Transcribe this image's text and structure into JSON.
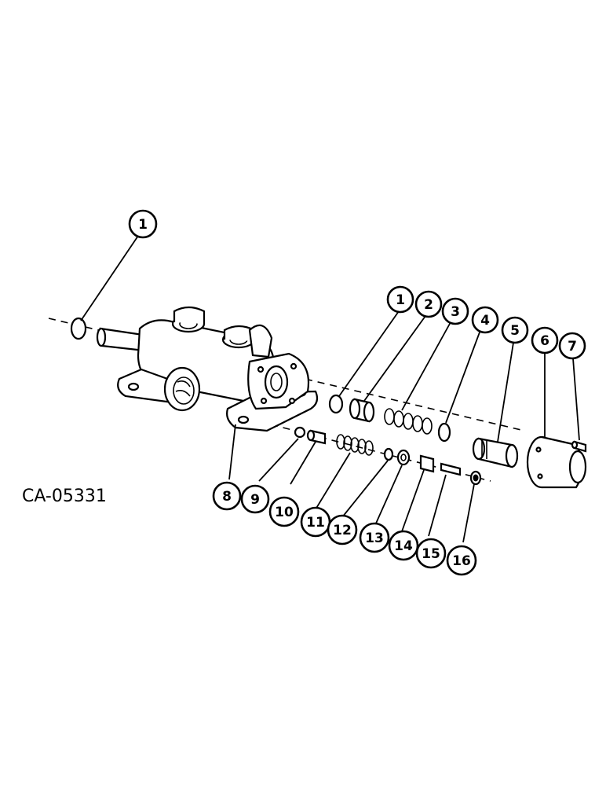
{
  "drawing_id": "CA-05331",
  "callouts": [
    {
      "id": "1",
      "part": "o-ring"
    },
    {
      "id": "1",
      "part": "o-ring"
    },
    {
      "id": "2",
      "part": "sleeve"
    },
    {
      "id": "3",
      "part": "spring"
    },
    {
      "id": "4",
      "part": "o-ring"
    },
    {
      "id": "5",
      "part": "spool"
    },
    {
      "id": "6",
      "part": "cap"
    },
    {
      "id": "7",
      "part": "screw"
    },
    {
      "id": "8",
      "part": "valve-body"
    },
    {
      "id": "9",
      "part": "ball"
    },
    {
      "id": "10",
      "part": "poppet"
    },
    {
      "id": "11",
      "part": "spring"
    },
    {
      "id": "12",
      "part": "o-ring"
    },
    {
      "id": "13",
      "part": "seat"
    },
    {
      "id": "14",
      "part": "nut"
    },
    {
      "id": "15",
      "part": "pin"
    },
    {
      "id": "16",
      "part": "plug"
    }
  ]
}
